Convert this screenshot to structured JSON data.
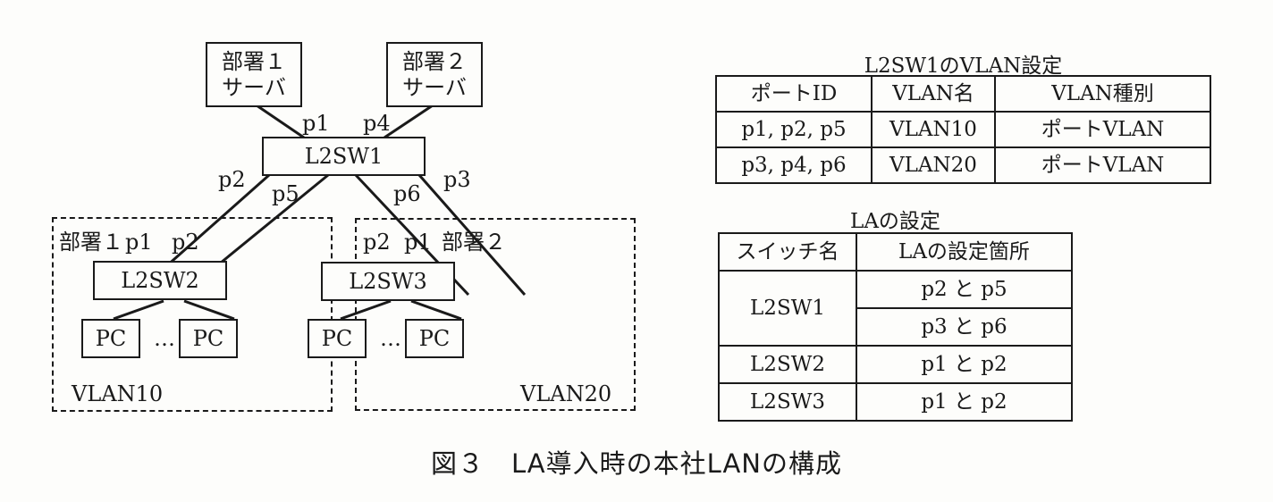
{
  "diagram": {
    "servers": [
      {
        "line1": "部署１",
        "line2": "サーバ"
      },
      {
        "line1": "部署２",
        "line2": "サーバ"
      }
    ],
    "switches": {
      "core": "L2SW1",
      "left": "L2SW2",
      "right": "L2SW3"
    },
    "ports": {
      "core_p1": "p1",
      "core_p4": "p4",
      "core_p2": "p2",
      "core_p5": "p5",
      "core_p6": "p6",
      "core_p3": "p3",
      "left_p1": "p1",
      "left_p2": "p2",
      "right_p2": "p2",
      "right_p1": "p1"
    },
    "zones": {
      "left": {
        "dept": "部署１",
        "vlan": "VLAN10"
      },
      "right": {
        "dept": "部署２",
        "vlan": "VLAN20"
      }
    },
    "pc_label": "PC",
    "ellipsis": "…"
  },
  "vlan_table": {
    "title": "L2SW1のVLAN設定",
    "headers": [
      "ポートID",
      "VLAN名",
      "VLAN種別"
    ],
    "rows": [
      [
        "p1, p2, p5",
        "VLAN10",
        "ポートVLAN"
      ],
      [
        "p3, p4, p6",
        "VLAN20",
        "ポートVLAN"
      ]
    ]
  },
  "la_table": {
    "title": "LAの設定",
    "headers": [
      "スイッチ名",
      "LAの設定箇所"
    ],
    "rows": [
      {
        "switch": "L2SW1",
        "ports": [
          "p2 と p5",
          "p3 と p6"
        ]
      },
      {
        "switch": "L2SW2",
        "ports": [
          "p1 と p2"
        ]
      },
      {
        "switch": "L2SW3",
        "ports": [
          "p1 と p2"
        ]
      }
    ]
  },
  "figure_caption": "図３　LA導入時の本社LANの構成"
}
